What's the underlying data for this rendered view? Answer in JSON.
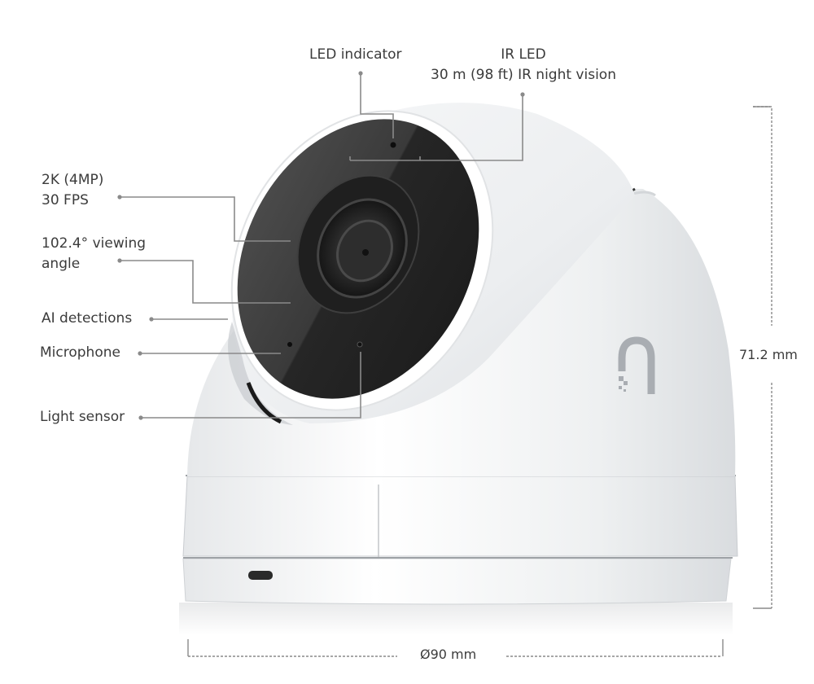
{
  "product": {
    "type": "dome security camera",
    "brand_logo": "ubiquiti-u-logo"
  },
  "callouts": [
    {
      "id": "led-indicator",
      "lines": [
        "LED indicator"
      ]
    },
    {
      "id": "ir-led",
      "lines": [
        "IR LED",
        "30 m (98 ft) IR night vision"
      ]
    },
    {
      "id": "resolution",
      "lines": [
        "2K (4MP)",
        "30 FPS"
      ]
    },
    {
      "id": "viewing-angle",
      "lines": [
        "102.4° viewing",
        "angle"
      ]
    },
    {
      "id": "ai-detections",
      "lines": [
        "AI detections"
      ]
    },
    {
      "id": "microphone",
      "lines": [
        "Microphone"
      ]
    },
    {
      "id": "light-sensor",
      "lines": [
        "Light sensor"
      ]
    }
  ],
  "dimensions": {
    "height": "71.2 mm",
    "diameter": "Ø90 mm"
  },
  "colors": {
    "text": "#3b3b3b",
    "leader_line": "#8a8a8a",
    "camera_body": "#f2f3f4",
    "lens_face": "#2b2b2b",
    "logo": "#a9adb2"
  }
}
